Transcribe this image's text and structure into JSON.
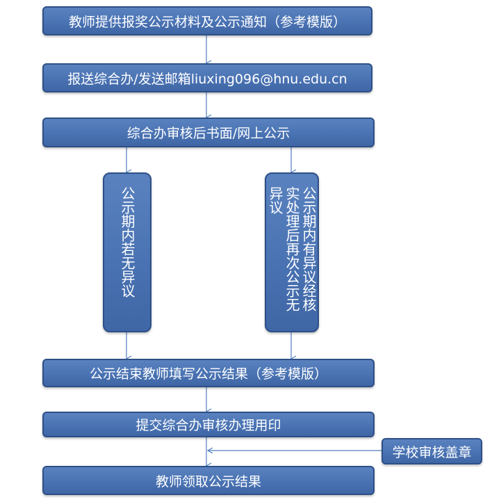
{
  "steps": {
    "s1": "教师提供报奖公示材料及公示通知（参考模版）",
    "s2": "报送综合办/发送邮箱liuxing096@hnu.edu.cn",
    "s3": "综合办审核后书面/网上公示",
    "left_branch": "公示期内若无异议",
    "right_branch": "公示期内有异议经核实处理后再次公示无异议",
    "s4": "公示结束教师填写公示结果（参考模版）",
    "s5": "提交综合办审核办理用印",
    "side": "学校审核盖章",
    "s6": "教师领取公示结果"
  },
  "colors": {
    "box_fill": "#4a73b3",
    "box_border": "#2e4f86",
    "arrow": "#4f7fc0",
    "text": "#ffffff"
  }
}
